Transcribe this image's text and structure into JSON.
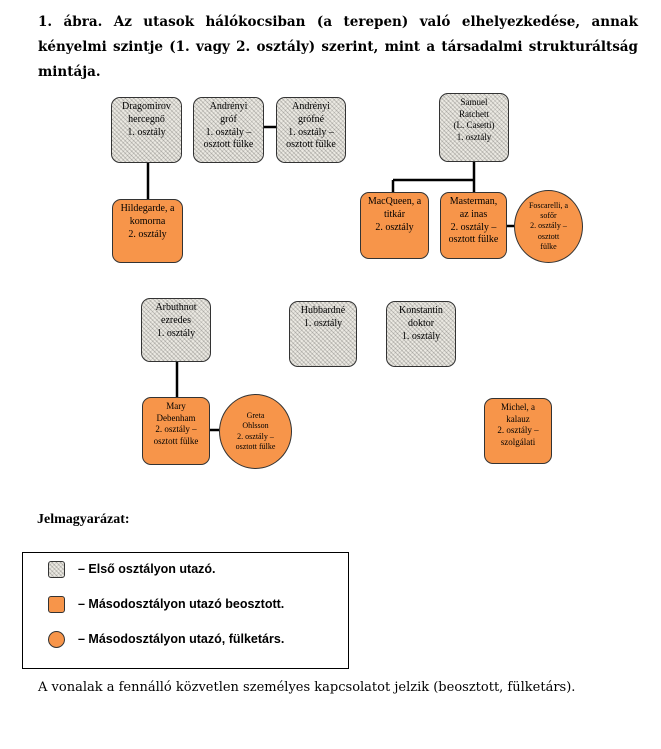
{
  "caption": "1. ábra. Az utasok hálókocsiban (a terepen) való elhelyezkedése, annak kényelmi szintje (1. vagy 2. osztály) szerint, mint a társadalmi strukturáltság mintája.",
  "nodes": {
    "dragomirov": [
      "Dragomirov",
      "hercegnő",
      "1. osztály"
    ],
    "andrenyi_grof": [
      "Andrényi",
      "gróf",
      "1. osztály –",
      "osztott fülke"
    ],
    "andrenyi_grofne": [
      "Andrényi",
      "grófné",
      "1. osztály –",
      "osztott fülke"
    ],
    "ratchett": [
      "Samuel",
      "Ratchett",
      "(L. Casetti)",
      "1. osztály"
    ],
    "hildegarde": [
      "Hildegarde, a",
      "komorna",
      "2. osztály"
    ],
    "macqueen": [
      "MacQueen, a",
      "titkár",
      "2. osztály"
    ],
    "masterman": [
      "Masterman,",
      "az inas",
      "2. osztály –",
      "osztott fülke"
    ],
    "foscarelli": [
      "Foscarelli, a",
      "sofőr",
      "2. osztály –",
      "osztott",
      "fülke"
    ],
    "arbuthnot": [
      "Arbuthnot",
      "ezredes",
      "1. osztály"
    ],
    "hubbardne": [
      "Hubbardné",
      "1. osztály"
    ],
    "konstantin": [
      "Konstantin",
      "doktor",
      "1. osztály"
    ],
    "debenham": [
      "Mary",
      "Debenham",
      "2. osztály –",
      "osztott fülke"
    ],
    "ohlsson": [
      "Greta",
      "Ohlsson",
      "2. osztály –",
      "osztott fülke"
    ],
    "michel": [
      "Michel, a",
      "kalauz",
      "2. osztály –",
      "szolgálati"
    ]
  },
  "legend": {
    "title": "Jelmagyarázat:",
    "items": [
      "– Első osztályon utazó.",
      "– Másodosztályon utazó beosztott.",
      "– Másodosztályon utazó, fülketárs."
    ]
  },
  "colors": {
    "second_class": "#f7954a",
    "first_class": "#ebe9e2"
  },
  "footnote": "A vonalak a fennálló közvetlen személyes kapcsolatot jelzik (beosztott, fülketárs)."
}
